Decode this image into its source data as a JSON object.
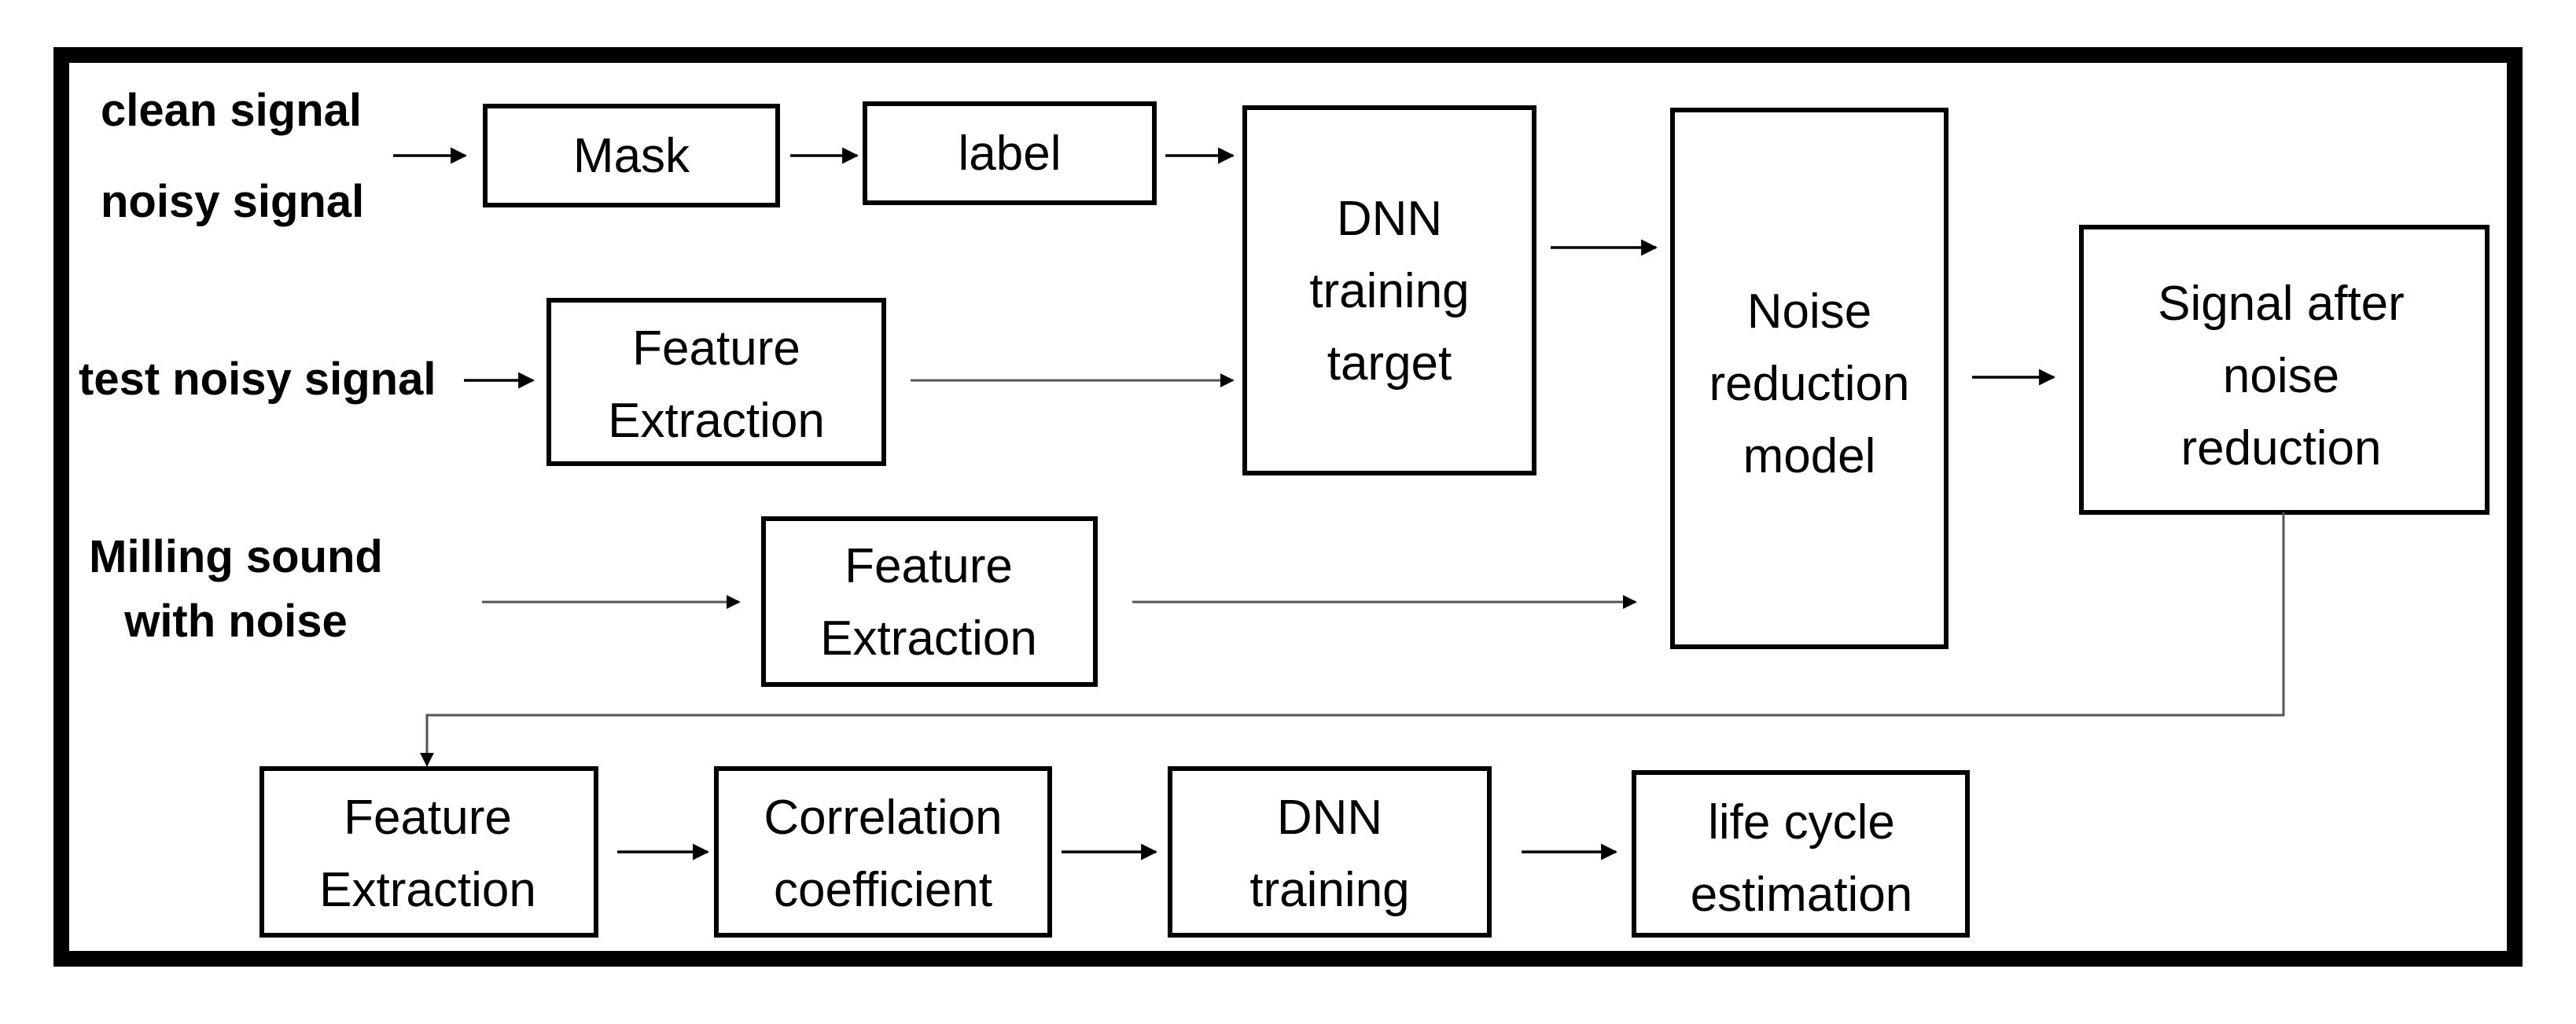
{
  "inputs": {
    "clean_signal": "clean signal",
    "noisy_signal": "noisy signal",
    "test_noisy_signal": "test noisy signal",
    "milling_line1": "Milling sound",
    "milling_line2": "with noise"
  },
  "boxes": {
    "mask": [
      "Mask"
    ],
    "label": [
      "label"
    ],
    "feature_extraction_1": [
      "Feature",
      "Extraction"
    ],
    "dnn_training_target": [
      "DNN",
      "training",
      "target"
    ],
    "noise_reduction_model": [
      "Noise",
      "reduction",
      "model"
    ],
    "signal_after_noise_reduction": [
      "Signal after",
      "noise",
      "reduction"
    ],
    "feature_extraction_2": [
      "Feature",
      "Extraction"
    ],
    "feature_extraction_3": [
      "Feature",
      "Extraction"
    ],
    "correlation_coefficient": [
      "Correlation",
      "coefficient"
    ],
    "dnn_training": [
      "DNN",
      "training"
    ],
    "life_cycle_estimation": [
      "life cycle",
      "estimation"
    ]
  }
}
